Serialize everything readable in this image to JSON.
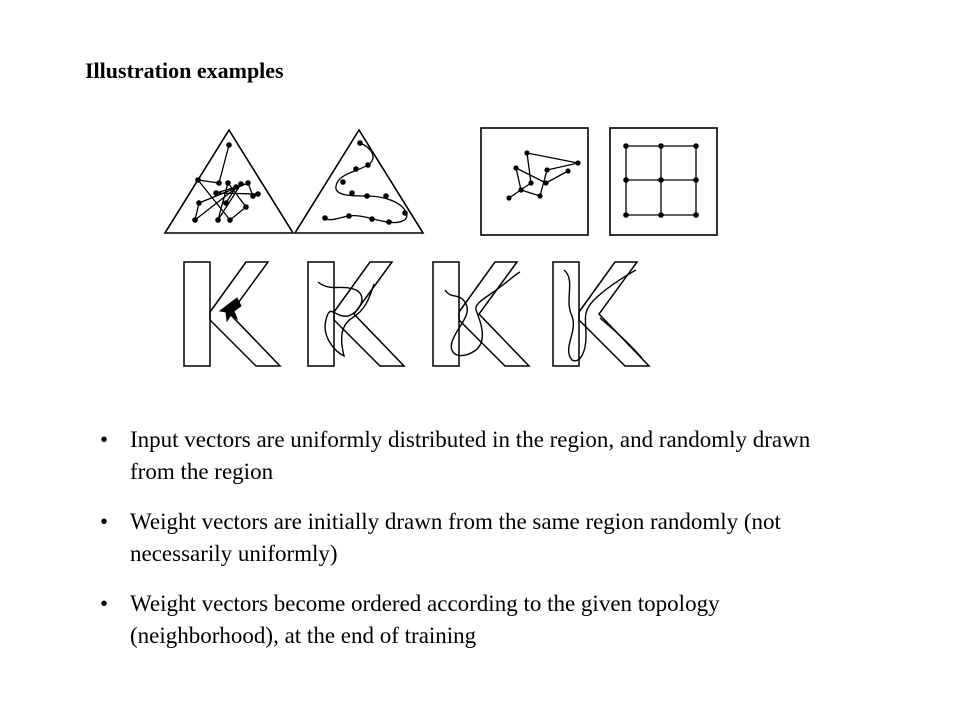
{
  "slide": {
    "title": "Illustration examples",
    "bullet_glyph": "•",
    "bullets": [
      "Input vectors are uniformly distributed in the region, and randomly drawn from the region",
      "Weight vectors are initially drawn from the same region randomly (not necessarily uniformly)",
      "Weight vectors become ordered according to the given topology (neighborhood), at the end of training"
    ]
  }
}
